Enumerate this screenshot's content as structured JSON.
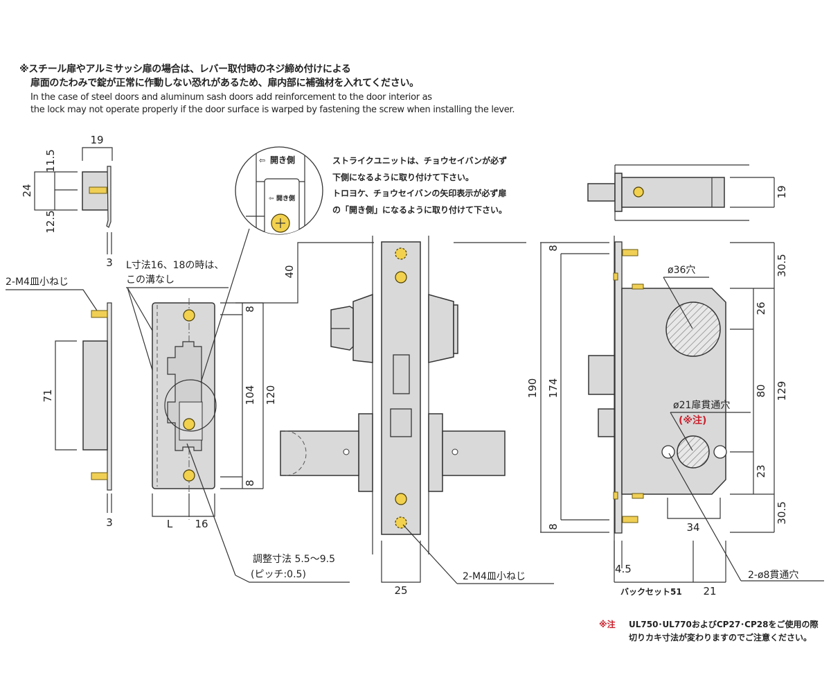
{
  "header_notes": {
    "jp_line1": "※スチール扉やアルミサッシ扉の場合は、レバー取付時のネジ締め付けによる",
    "jp_line2": "扉面のたわみで錠が正常に作動しない恐れがあるため、扉内部に補強材を入れてください。",
    "en_line1": "In the case of steel doors and aluminum sash doors add reinforcement to the door interior as",
    "en_line2": "the lock may not operate properly if the door surface is warped by fastening the screw when installing the lever."
  },
  "strike_detail": {
    "open_side_large": "開き側",
    "open_side_small": "開き側",
    "instruction_1": "ストライクユニットは、チョウセイバンが必ず",
    "instruction_2": "下側になるように取り付けて下さい。",
    "instruction_3": "トロヨケ、チョウセイバンの矢印表示が必ず扉",
    "instruction_4": "の「開き側」になるように取り付けて下さい。"
  },
  "strike_top_view": {
    "dim_width": "19",
    "dim_upper": "11.5",
    "dim_height": "24",
    "dim_lower": "12.5",
    "dim_plate": "3"
  },
  "strike_side_view": {
    "screw_label": "2-M4皿小ねじ",
    "dim_box": "71",
    "dim_plate": "3"
  },
  "strike_front_view": {
    "groove_note_1": "L寸法16、18の時は、",
    "groove_note_2": "この溝なし",
    "dim_top": "8",
    "dim_bottom": "8",
    "dim_pitch": "104",
    "dim_total": "120",
    "dim_L": "L",
    "dim_16": "16",
    "adjust_label": "調整寸法 5.5〜9.5",
    "pitch_label": "(ピッチ:0.5)"
  },
  "lock_front_view": {
    "dim_40": "40",
    "dim_25": "25",
    "screw_label": "2-M4皿小ねじ"
  },
  "lock_body_view": {
    "top_dim_19": "19",
    "dim_190": "190",
    "dim_174": "174",
    "dim_8_top": "8",
    "dim_8_bottom": "8",
    "dim_30_5_top": "30.5",
    "dim_26": "26",
    "dim_80": "80",
    "dim_129": "129",
    "dim_23": "23",
    "dim_30_5_bottom": "30.5",
    "dim_34": "34",
    "dim_4_5": "4.5",
    "backset": "バックセット51",
    "dim_21": "21",
    "hole_36": "ø36穴",
    "hole_21": "ø21扉貫通穴",
    "hole_21_note": "(※注)",
    "hole_8": "2-ø8貫通穴"
  },
  "footnote": {
    "mark": "※注",
    "line1": "UL750･UL770およびCP27･CP28をご使用の際",
    "line2": "切りカキ寸法が変わりますのでご注意ください。"
  },
  "colors": {
    "part_fill": "#d9d9d9",
    "screw_fill": "#f2d14f",
    "note_red": "#c8202c"
  }
}
